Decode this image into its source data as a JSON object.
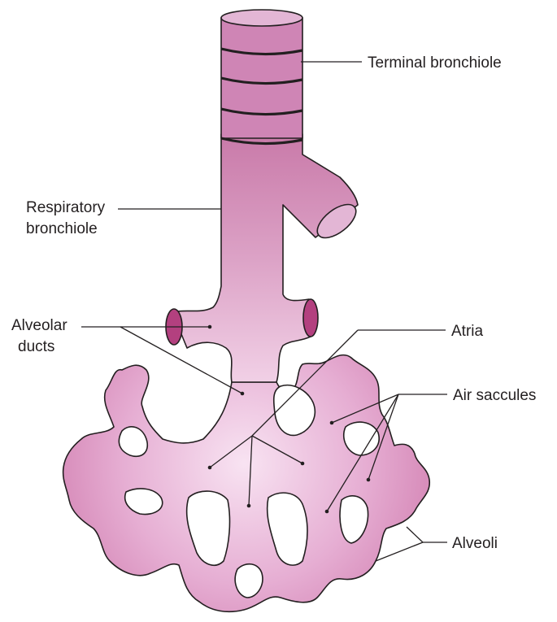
{
  "diagram": {
    "labels": {
      "terminal_bronchiole": "Terminal bronchiole",
      "respiratory_bronchiole_line1": "Respiratory",
      "respiratory_bronchiole_line2": "bronchiole",
      "alveolar_ducts_line1": "Alveolar",
      "alveolar_ducts_line2": "ducts",
      "atria": "Atria",
      "air_saccules": "Air saccules",
      "alveoli": "Alveoli"
    },
    "colors": {
      "tissue_light": "#f6dcef",
      "tissue_mid": "#d88cbb",
      "tissue_dark": "#c7649c",
      "lumen": "#b3407f",
      "outline": "#231f20",
      "background": "#ffffff"
    }
  }
}
